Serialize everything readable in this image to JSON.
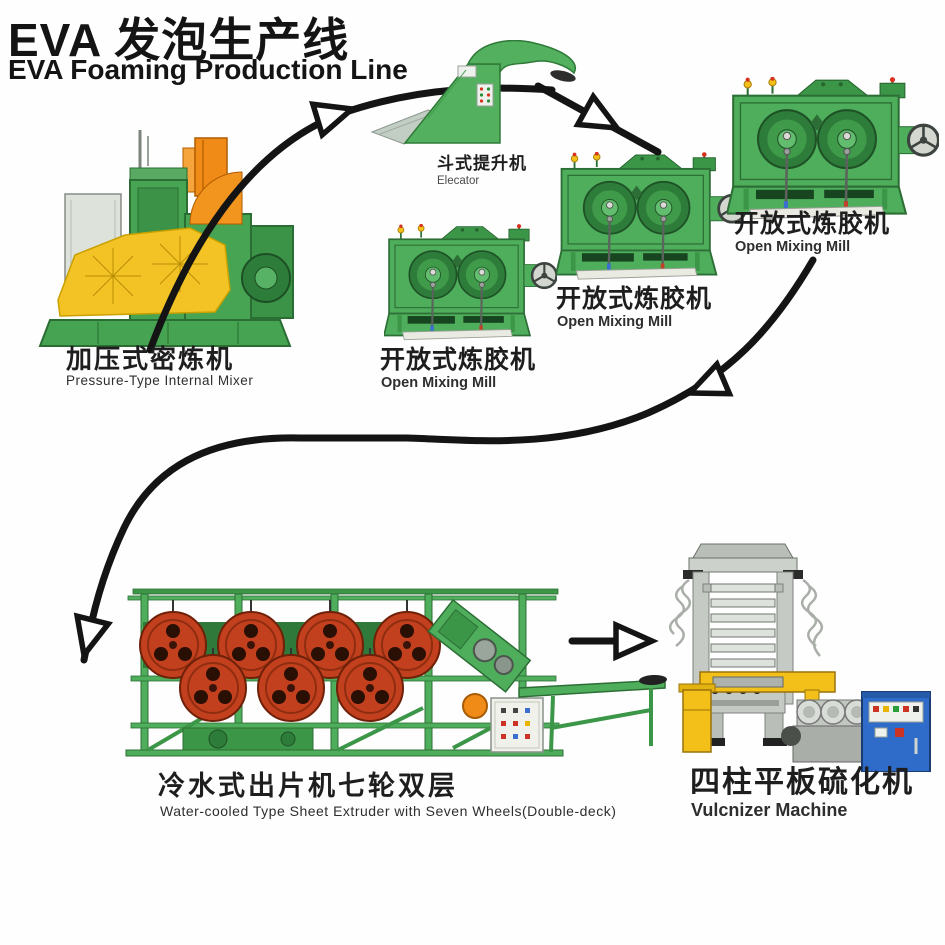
{
  "title": {
    "zh": "EVA 发泡生产线",
    "en": "EVA Foaming Production Line"
  },
  "machines": [
    {
      "id": "pressure-internal-mixer",
      "name_zh": "加压式密炼机",
      "name_en": "Pressure-Type Internal Mixer"
    },
    {
      "id": "bucket-elevator",
      "name_zh": "斗式提升机",
      "name_en": "Elecator"
    },
    {
      "id": "open-mixing-mill-1",
      "name_zh": "开放式炼胶机",
      "name_en": "Open Mixing Mill"
    },
    {
      "id": "open-mixing-mill-2",
      "name_zh": "开放式炼胶机",
      "name_en": "Open Mixing Mill"
    },
    {
      "id": "open-mixing-mill-3",
      "name_zh": "开放式炼胶机",
      "name_en": "Open Mixing Mill"
    },
    {
      "id": "sheet-extruder",
      "name_zh": "冷水式出片机七轮双层",
      "name_en": "Water-cooled Type Sheet Extruder with Seven Wheels(Double-deck)"
    },
    {
      "id": "vulcanizer",
      "name_zh": "四柱平板硫化机",
      "name_en": "Vulcnizer Machine"
    }
  ],
  "flow_order": [
    "pressure-internal-mixer",
    "bucket-elevator",
    "open-mixing-mill-1",
    "open-mixing-mill-2",
    "open-mixing-mill-3",
    "sheet-extruder",
    "vulcanizer"
  ],
  "colors": {
    "machine_green": "#4fae5c",
    "accent_orange": "#ef8b16",
    "accent_yellow": "#f2c018",
    "wheel_red": "#c2401d",
    "cabinet_blue": "#2f6cc9",
    "arrow_black": "#141414"
  }
}
